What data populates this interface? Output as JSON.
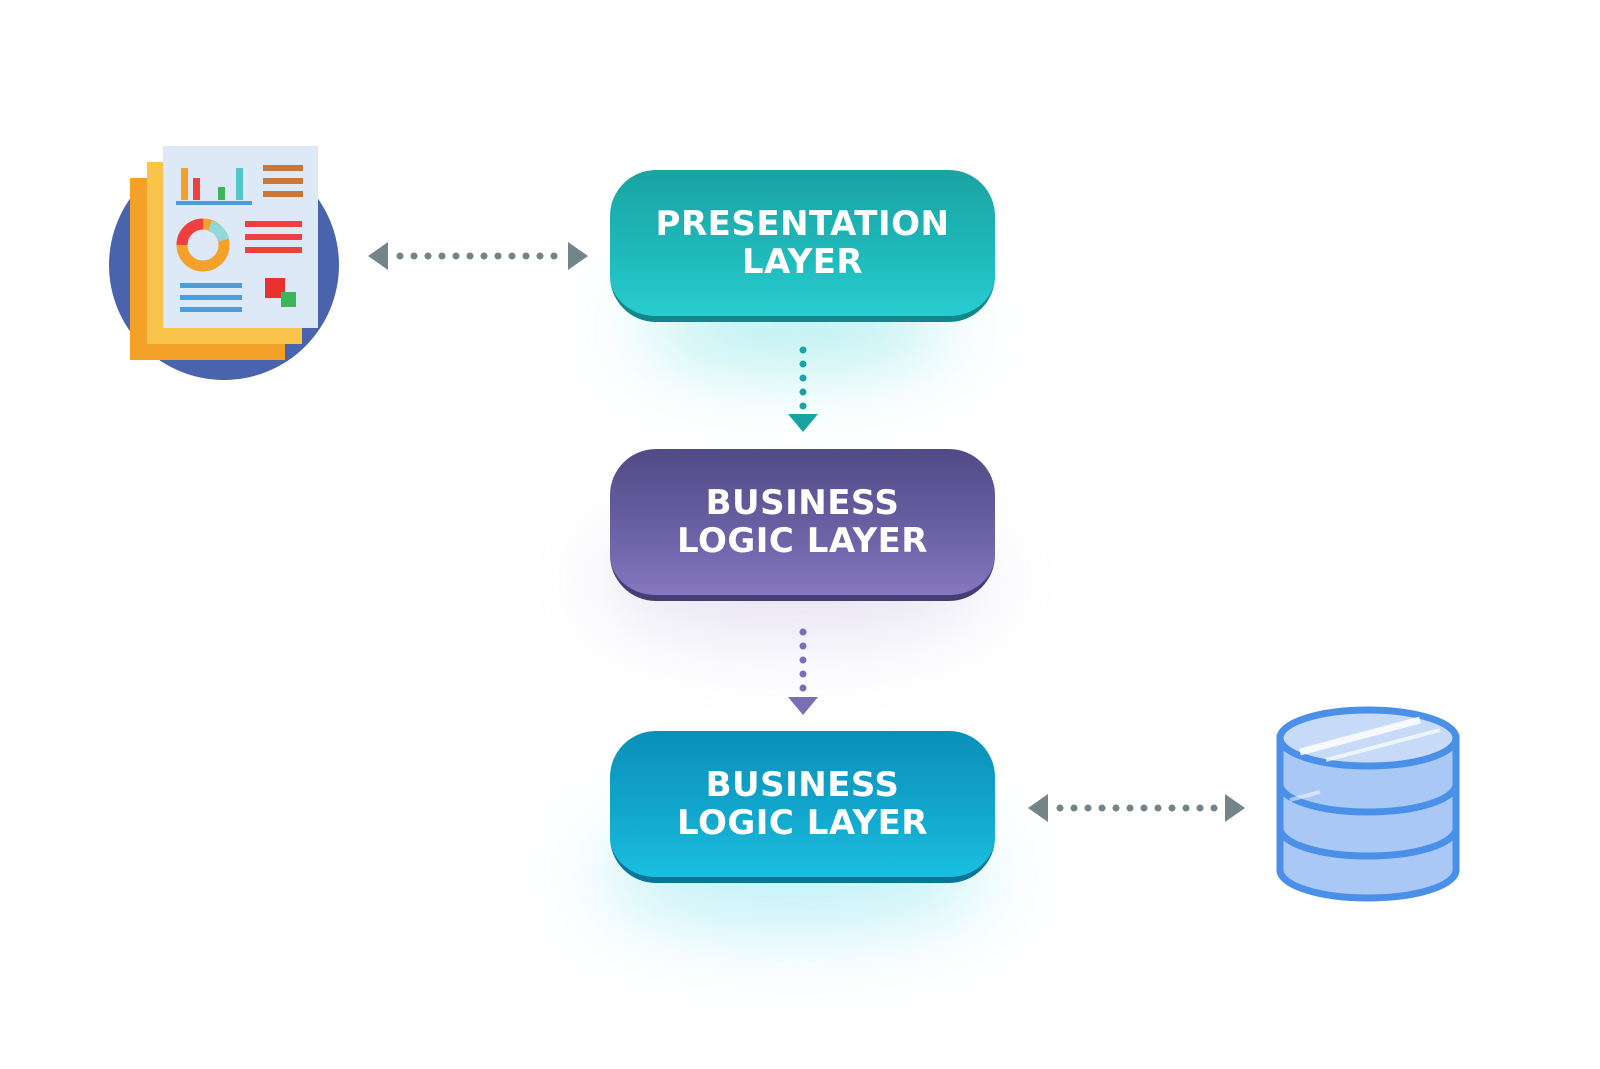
{
  "layers": [
    {
      "line1": "PRESENTATION",
      "line2": "LAYER"
    },
    {
      "line1": "BUSINESS",
      "line2": "LOGIC LAYER"
    },
    {
      "line1": "BUSINESS",
      "line2": "LOGIC LAYER"
    }
  ],
  "icons": {
    "left": "report-document-icon",
    "right": "database-icon"
  },
  "colors": {
    "presentation": "#1fb8b9",
    "business": "#6c62a6",
    "data": "#12a6cc",
    "arrow_gray": "#74858a",
    "arrow_teal": "#1aa3a3",
    "arrow_purple": "#7a6fb5"
  }
}
